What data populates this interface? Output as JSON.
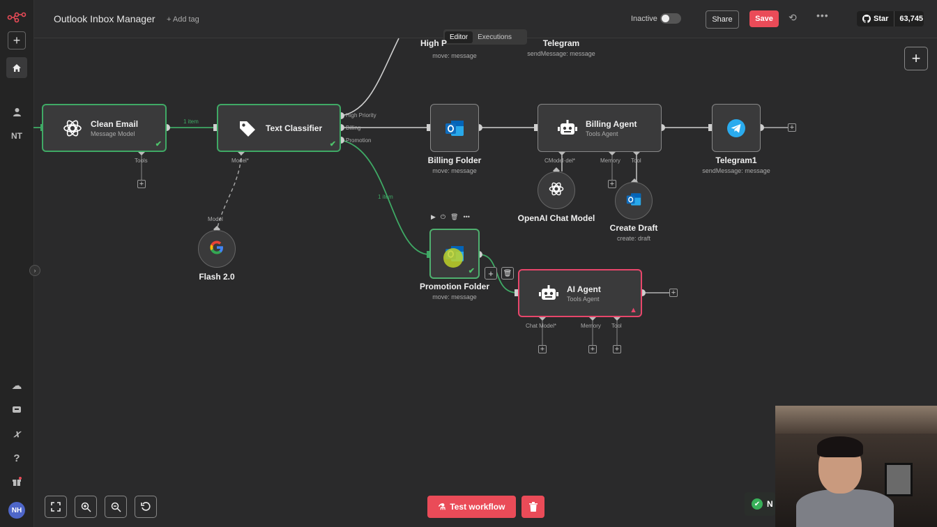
{
  "app": {
    "title": "Outlook Inbox Manager",
    "add_tag": "+ Add tag"
  },
  "header": {
    "status": "Inactive",
    "share_label": "Share",
    "save_label": "Save",
    "github_star": "Star",
    "github_count": "63,745"
  },
  "tabs": [
    {
      "label": "Editor",
      "active": true
    },
    {
      "label": "Executions",
      "active": false
    }
  ],
  "sidebar": {
    "user_initials_text": "NT",
    "avatar_initials": "NH"
  },
  "nodes": {
    "clean_email": {
      "title": "Clean Email",
      "subtitle": "Message Model"
    },
    "text_classifier": {
      "title": "Text Classifier"
    },
    "billing_folder": {
      "title": "Billing Folder",
      "subtitle": "move: message"
    },
    "billing_agent": {
      "title": "Billing Agent",
      "subtitle": "Tools Agent"
    },
    "telegram1": {
      "title": "Telegram1",
      "subtitle": "sendMessage: message"
    },
    "openai_chat": {
      "title": "OpenAI Chat Model"
    },
    "create_draft": {
      "title": "Create Draft",
      "subtitle": "create: draft"
    },
    "flash": {
      "title": "Flash 2.0"
    },
    "promotion_folder": {
      "title": "Promotion Folder",
      "subtitle": "move: message"
    },
    "ai_agent": {
      "title": "AI Agent",
      "subtitle": "Tools Agent"
    },
    "high_priority": {
      "title": "High P",
      "subtitle": "move: message"
    },
    "telegram_top": {
      "title": "Telegram",
      "subtitle": "sendMessage: message"
    }
  },
  "ports": {
    "tools": "Tools",
    "model": "Model*",
    "model_in": "Model",
    "high_priority": "High Priority",
    "billing": "Billing",
    "promotion": "Promotion",
    "chatmodel_billing": "CModel·del*",
    "memory": "Memory",
    "tool": "Tool",
    "chat_model": "Chat Model*"
  },
  "connections": {
    "one_item": "1 item",
    "one_item_promo": "1 item"
  },
  "footer": {
    "test_label": "Test workflow"
  },
  "toast": {
    "text": "N"
  },
  "colors": {
    "accent": "#ea4b58",
    "success": "#3fa965",
    "error": "#e8466b",
    "outlook": "#0f6cbd",
    "telegram": "#2aabee"
  }
}
